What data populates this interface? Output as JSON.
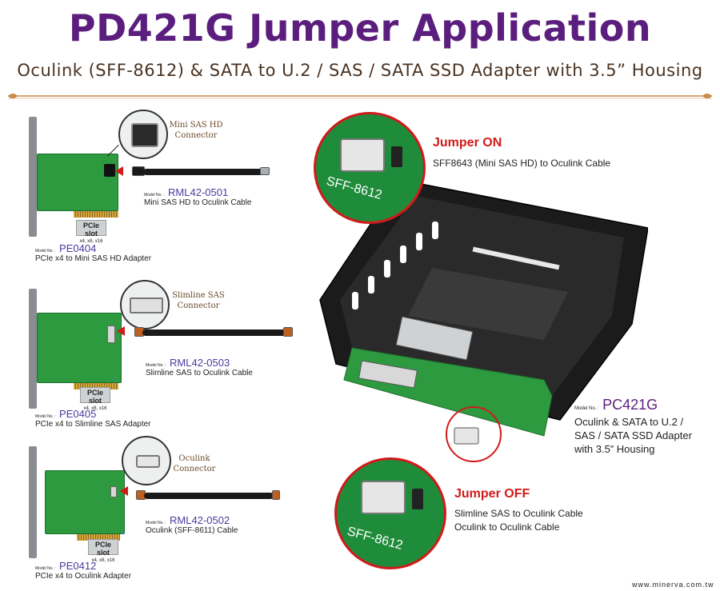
{
  "header": {
    "title": "PD421G Jumper Application",
    "subtitle": "Oculink (SFF-8612) & SATA to U.2 / SAS / SATA SSD Adapter with 3.5” Housing"
  },
  "adapters": [
    {
      "connector": "Mini SAS HD\nConnector",
      "cable_model_label": "Model No. :",
      "cable_model": "RML42-0501",
      "cable_desc": "Mini SAS HD to Oculink Cable",
      "card_model_label": "Model No. :",
      "card_model": "PE0404",
      "card_desc": "PCIe x4 to Mini SAS HD Adapter",
      "slot_label": "PCIe slot",
      "slot_sub": "x4, x8, x16"
    },
    {
      "connector": "Slimline SAS\nConnector",
      "cable_model_label": "Model No. :",
      "cable_model": "RML42-0503",
      "cable_desc": "Slimline SAS to Oculink Cable",
      "card_model_label": "Model No. :",
      "card_model": "PE0405",
      "card_desc": "PCIe x4 to Slimline SAS Adapter",
      "slot_label": "PCIe slot",
      "slot_sub": "x4, x8, x16"
    },
    {
      "connector": "Oculink\nConnector",
      "cable_model_label": "Model No. :",
      "cable_model": "RML42-0502",
      "cable_desc": "Oculink (SFF-8611) Cable",
      "card_model_label": "Model No. :",
      "card_model": "PE0412",
      "card_desc": "PCIe x4 to Oculink Adapter",
      "slot_label": "PCIe slot",
      "slot_sub": "x4, x8, x16"
    }
  ],
  "jumper_on": {
    "label": "Jumper ON",
    "cables": [
      "SFF8643 (Mini SAS HD) to Oculink Cable"
    ],
    "port_label": "SFF-8612"
  },
  "jumper_off": {
    "label": "Jumper OFF",
    "cables": [
      "Slimline SAS to Oculink Cable",
      "Oculink to Oculink Cable"
    ],
    "port_label": "SFF-8612"
  },
  "product": {
    "model_label": "Model No. :",
    "model": "PC421G",
    "desc_lines": [
      "Oculink & SATA to U.2 /",
      "SAS / SATA SSD Adapter",
      "with 3.5” Housing"
    ]
  },
  "footer": {
    "url": "www.minerva.com.tw"
  },
  "colors": {
    "title": "#5b1e7e",
    "jumper": "#d11a1a",
    "model": "#4b3a9c",
    "pcb": "#2d9a3f"
  }
}
